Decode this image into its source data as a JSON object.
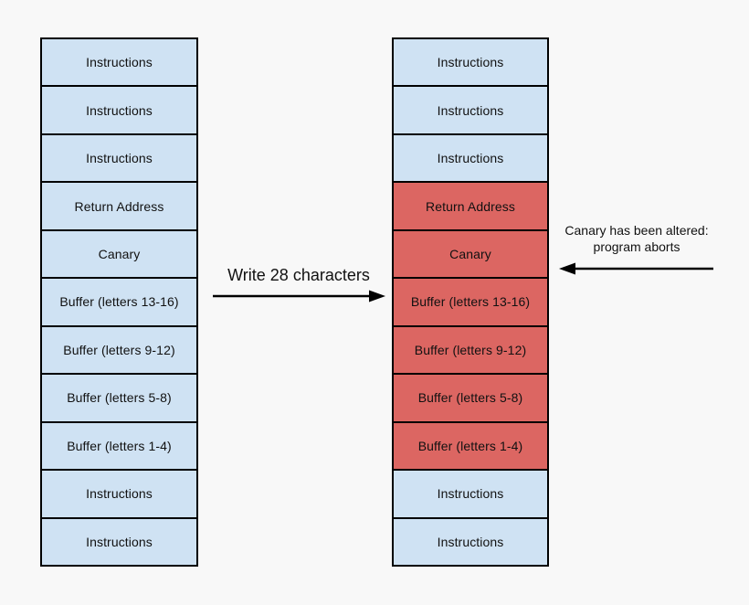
{
  "colors": {
    "background": "#f8f8f8",
    "cell_normal": "#cfe2f3",
    "cell_altered": "#dc6662",
    "border": "#000000",
    "text": "#111111"
  },
  "left_stack": {
    "cells": [
      {
        "label": "Instructions",
        "state": "normal"
      },
      {
        "label": "Instructions",
        "state": "normal"
      },
      {
        "label": "Instructions",
        "state": "normal"
      },
      {
        "label": "Return Address",
        "state": "normal"
      },
      {
        "label": "Canary",
        "state": "normal"
      },
      {
        "label": "Buffer (letters 13-16)",
        "state": "normal"
      },
      {
        "label": "Buffer (letters 9-12)",
        "state": "normal"
      },
      {
        "label": "Buffer (letters 5-8)",
        "state": "normal"
      },
      {
        "label": "Buffer (letters 1-4)",
        "state": "normal"
      },
      {
        "label": "Instructions",
        "state": "normal"
      },
      {
        "label": "Instructions",
        "state": "normal"
      }
    ]
  },
  "right_stack": {
    "cells": [
      {
        "label": "Instructions",
        "state": "normal"
      },
      {
        "label": "Instructions",
        "state": "normal"
      },
      {
        "label": "Instructions",
        "state": "normal"
      },
      {
        "label": "Return Address",
        "state": "altered"
      },
      {
        "label": "Canary",
        "state": "altered"
      },
      {
        "label": "Buffer (letters 13-16)",
        "state": "altered"
      },
      {
        "label": "Buffer (letters 9-12)",
        "state": "altered"
      },
      {
        "label": "Buffer (letters 5-8)",
        "state": "altered"
      },
      {
        "label": "Buffer (letters 1-4)",
        "state": "altered"
      },
      {
        "label": "Instructions",
        "state": "normal"
      },
      {
        "label": "Instructions",
        "state": "normal"
      }
    ]
  },
  "middle_arrow": {
    "label": "Write 28 characters"
  },
  "annotation": {
    "line1": "Canary has been altered:",
    "line2": "program aborts"
  }
}
